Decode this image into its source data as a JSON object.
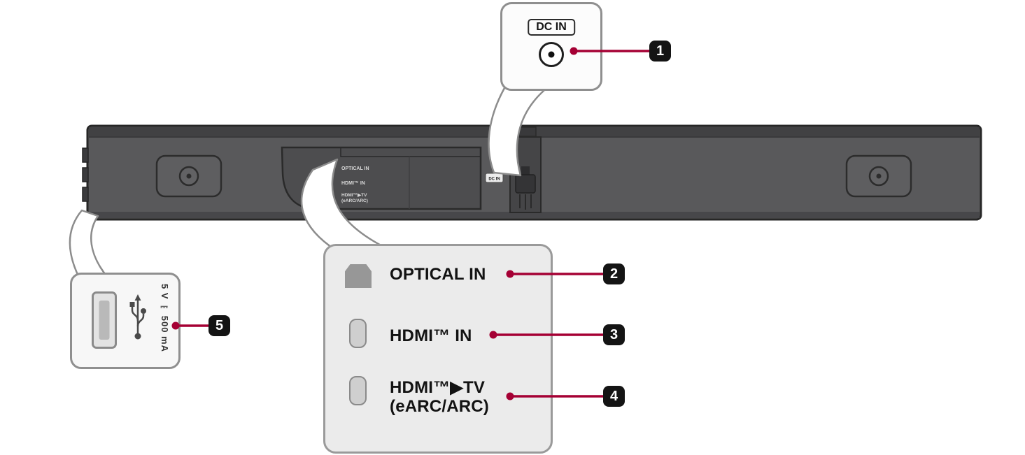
{
  "accent_color": "#A50034",
  "badge_color": "#141414",
  "badges": {
    "dc_in": "1",
    "optical_in": "2",
    "hdmi_in": "3",
    "hdmi_tv": "4",
    "usb": "5"
  },
  "dc_callout": {
    "label": "DC IN"
  },
  "ports_callout": {
    "optical_label": "OPTICAL IN",
    "hdmi_in_label": "HDMI™ IN",
    "hdmi_tv_label_line1": "HDMI™▶TV",
    "hdmi_tv_label_line2": "(eARC/ARC)"
  },
  "usb_callout": {
    "rating_label": "5 V ⎓ 500 mA"
  },
  "bar_panel_labels": {
    "optical": "OPTICAL IN",
    "hdmi_in": "HDMI™ IN",
    "hdmi_tv_line1": "HDMI™▶TV",
    "hdmi_tv_line2": "(eARC/ARC)",
    "dc": "DC IN"
  }
}
